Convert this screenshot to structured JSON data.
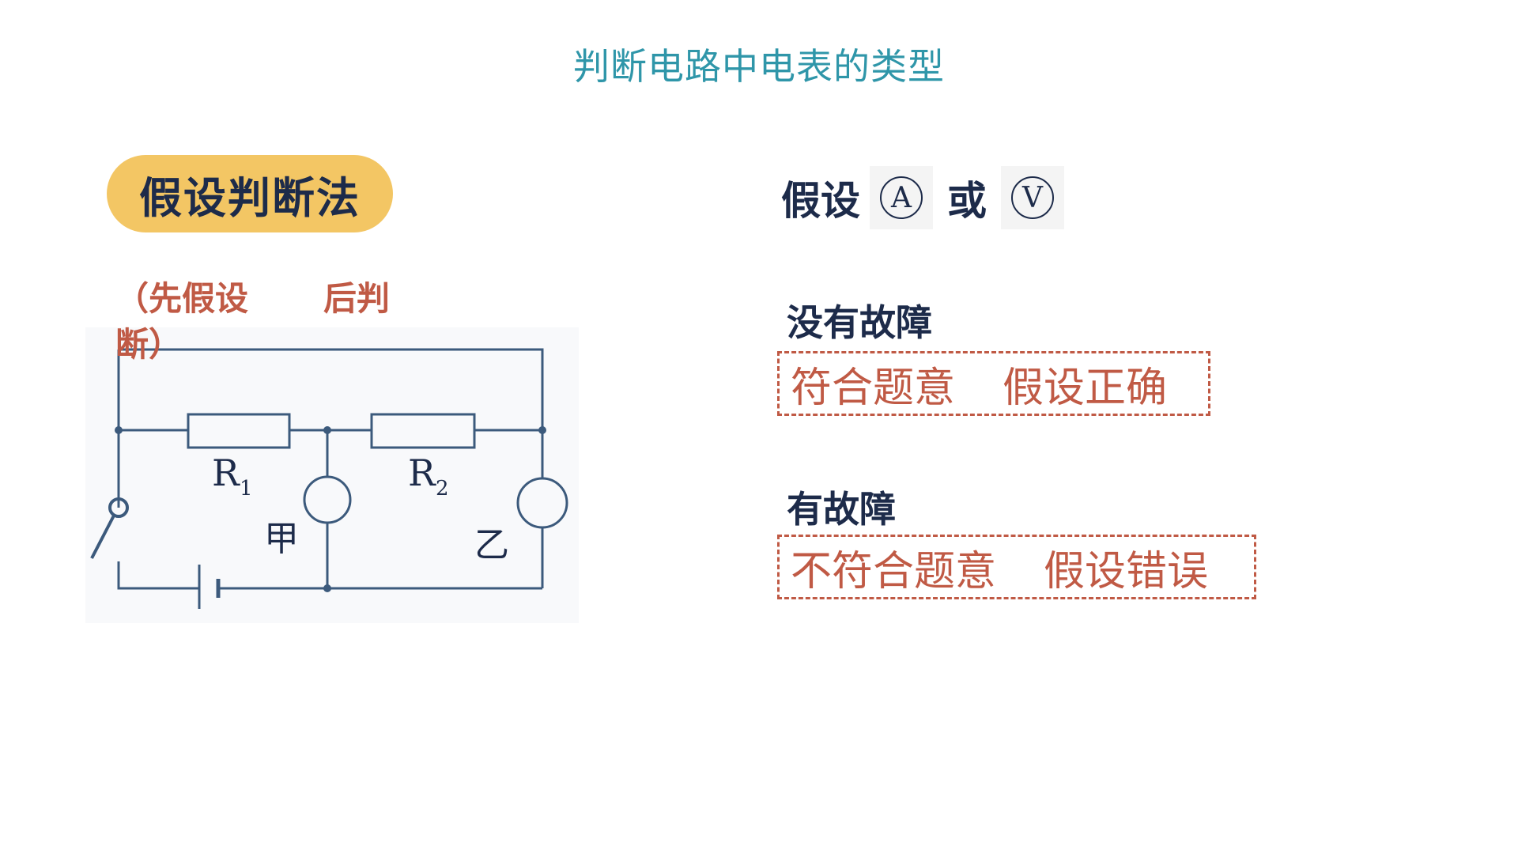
{
  "title": "判断电路中电表的类型",
  "method": {
    "label": "假设判断法",
    "note_part1": "（先假设",
    "note_part2": "后判",
    "note_part3": "断）"
  },
  "circuit": {
    "r1_letter": "R",
    "r1_sub": "1",
    "r2_letter": "R",
    "r2_sub": "2",
    "meter_a": "甲",
    "meter_b": "乙",
    "line_color": "#3c5a7c",
    "label_color": "#1d2b4a"
  },
  "assume": {
    "prefix": "假设",
    "ammeter_symbol": "A",
    "or": "或",
    "voltmeter_symbol": "V"
  },
  "cases": [
    {
      "heading": "没有故障",
      "result_a": "符合题意",
      "result_b": "假设正确"
    },
    {
      "heading": "有故障",
      "result_a": "不符合题意",
      "result_b": "假设错误"
    }
  ],
  "colors": {
    "title": "#2f96a9",
    "pill": "#f3c664",
    "accent_red": "#c05a45",
    "navy": "#1d2b4a"
  }
}
